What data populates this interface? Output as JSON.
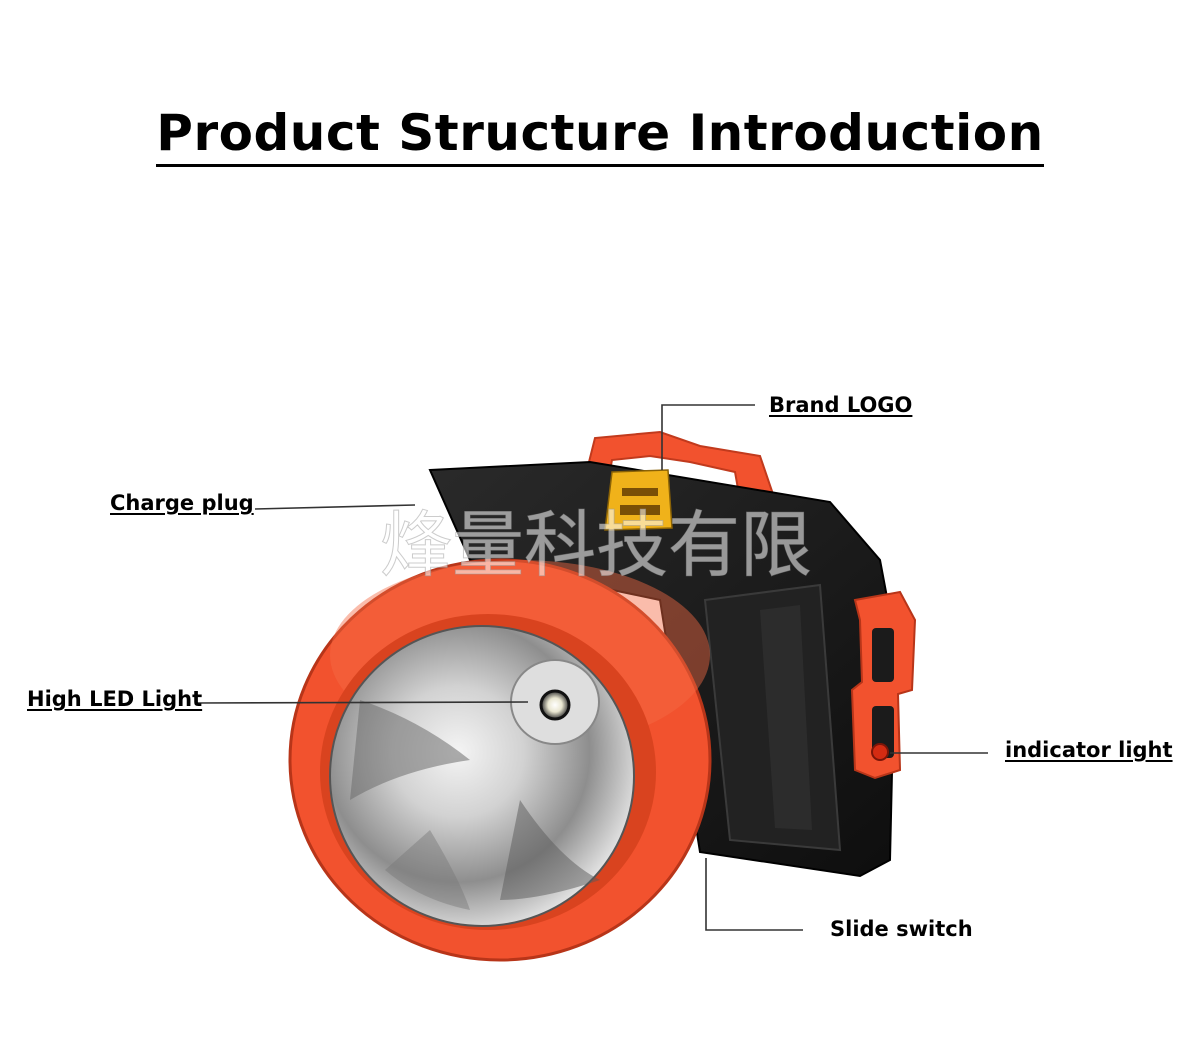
{
  "title": "Product Structure Introduction",
  "labels": {
    "brand_logo": "Brand LOGO",
    "charge_plug": "Charge plug",
    "high_led": "High LED Light",
    "indicator": "indicator light",
    "slide_switch": "Slide switch"
  },
  "watermark": "烽量科技有限",
  "colors": {
    "housing_red": "#f2522e",
    "body_black": "#1b1b1b",
    "logo_yellow": "#f0b21a",
    "reflector_silver": "#c9c9c9"
  }
}
